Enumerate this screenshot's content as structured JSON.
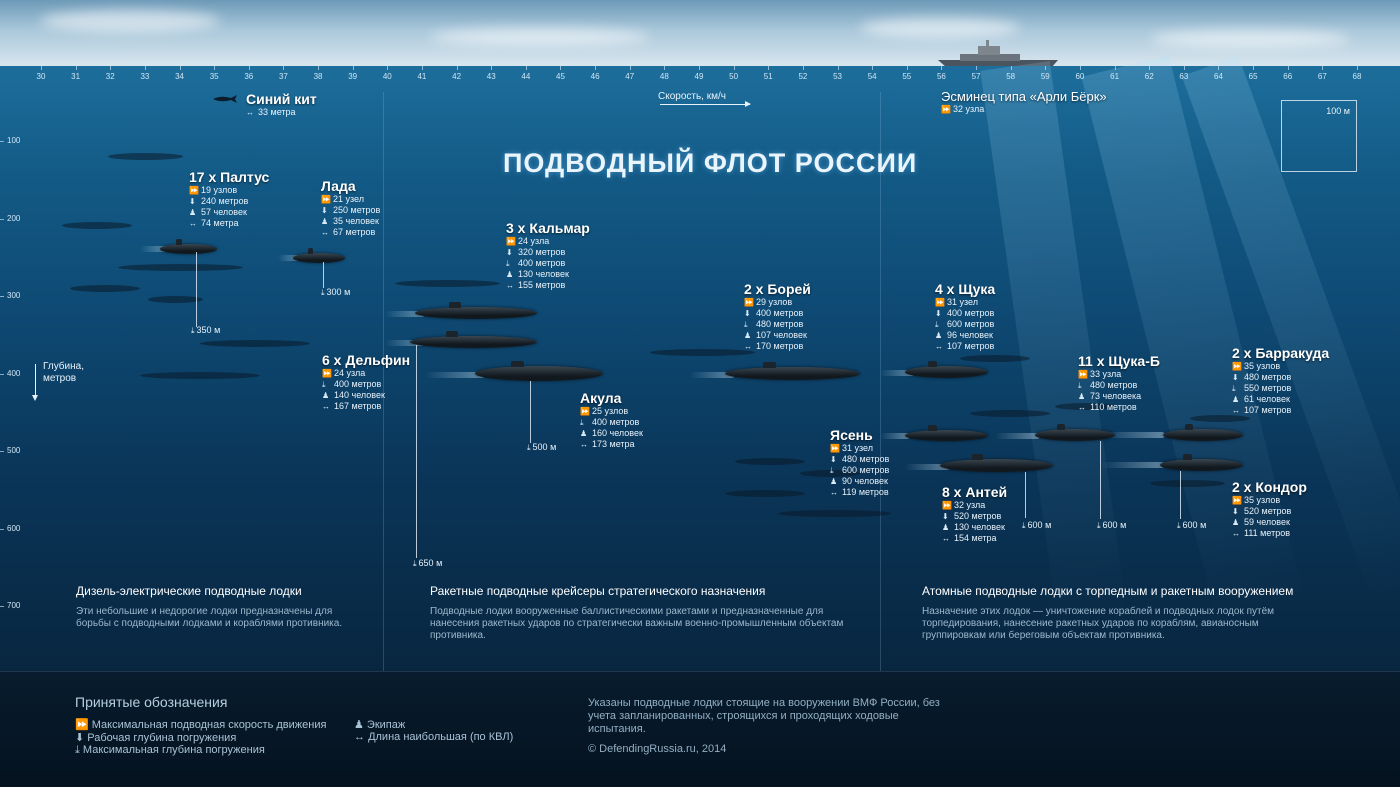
{
  "title": "ПОДВОДНЫЙ ФЛОТ РОССИИ",
  "top_scale": [
    "30",
    "31",
    "32",
    "33",
    "34",
    "35",
    "36",
    "37",
    "38",
    "39",
    "40",
    "41",
    "42",
    "43",
    "44",
    "45",
    "46",
    "47",
    "48",
    "49",
    "50",
    "51",
    "52",
    "53",
    "54",
    "55",
    "56",
    "57",
    "58",
    "59",
    "60",
    "61",
    "62",
    "63",
    "64",
    "65",
    "66",
    "67",
    "68"
  ],
  "depth_scale": [
    "100",
    "200",
    "300",
    "400",
    "500",
    "600",
    "700"
  ],
  "speed_label": "Скорость, км/ч",
  "depth_axis_label_1": "Глубина,",
  "depth_axis_label_2": "метров",
  "scale_box_label": "100 м",
  "whale": {
    "name": "Синий кит",
    "length": "33 метра"
  },
  "destroyer": {
    "name": "Эсминец типа «Арли Бёрк»",
    "speed": "32 узла"
  },
  "boats": {
    "paltus": {
      "name": "17 x Палтус",
      "speed": "19 узлов",
      "work": "240 метров",
      "crew": "57 человек",
      "length": "74 метра",
      "max_depth": "350 м"
    },
    "lada": {
      "name": "Лада",
      "speed": "21 узел",
      "work": "250 метров",
      "crew": "35 человек",
      "length": "67 метров",
      "max_depth": "300 м"
    },
    "kalmar": {
      "name": "3 x Кальмар",
      "speed": "24 узла",
      "work": "320 метров",
      "max": "400 метров",
      "crew": "130 человек",
      "length": "155 метров"
    },
    "delfin": {
      "name": "6 x Дельфин",
      "speed": "24 узла",
      "max": "400 метров",
      "crew": "140 человек",
      "length": "167 метров",
      "max_depth": "650 м"
    },
    "akula": {
      "name": "Акула",
      "speed": "25 узлов",
      "max": "400 метров",
      "crew": "160 человек",
      "length": "173 метра",
      "max_depth": "500 м"
    },
    "borey": {
      "name": "2 x Борей",
      "speed": "29 узлов",
      "work": "400 метров",
      "max": "480 метров",
      "crew": "107 человек",
      "length": "170 метров"
    },
    "shchuka": {
      "name": "4 x Щука",
      "speed": "31 узел",
      "work": "400 метров",
      "max": "600 метров",
      "crew": "96 человек",
      "length": "107 метров"
    },
    "shchukab": {
      "name": "11 x Щука-Б",
      "speed": "33 узла",
      "max": "480 метров",
      "crew": "73 человека",
      "length": "110 метров",
      "max_depth": "600 м"
    },
    "barrakuda": {
      "name": "2 x Барракуда",
      "speed": "35 узлов",
      "work": "480 метров",
      "max": "550 метров",
      "crew": "61 человек",
      "length": "107 метров",
      "max_depth": "600 м"
    },
    "yasen": {
      "name": "Ясень",
      "speed": "31 узел",
      "work": "480 метров",
      "max": "600 метров",
      "crew": "90 человек",
      "length": "119 метров"
    },
    "antey": {
      "name": "8 x Антей",
      "speed": "32 узла",
      "work": "520 метров",
      "crew": "130 человек",
      "length": "154 метра",
      "max_depth": "600 м"
    },
    "kondor": {
      "name": "2 x Кондор",
      "speed": "35 узлов",
      "work": "520 метров",
      "crew": "59 человек",
      "length": "111 метров"
    }
  },
  "categories": [
    {
      "title": "Дизель-электрические подводные лодки",
      "desc": "Эти небольшие и недорогие лодки предназначены для борьбы с подводными лодками и кораблями противника."
    },
    {
      "title": "Ракетные подводные крейсеры стратегического назначения",
      "desc": "Подводные лодки вооруженные баллистическими ракетами и предназначенные для нанесения ракетных ударов по стратегически важным военно-промышленным объектам противника."
    },
    {
      "title": "Атомные подводные лодки с торпедным и ракетным вооружением",
      "desc": "Назначение этих лодок — уничтожение кораблей и подводных лодок путём торпедирования, нанесение ракетных ударов по кораблям, авианосным группировкам или береговым объектам противника."
    }
  ],
  "legend": {
    "title": "Принятые обозначения",
    "speed": "Максимальная подводная скорость движения",
    "work": "Рабочая глубина погружения",
    "max": "Максимальная глубина погружения",
    "crew": "Экипаж",
    "length": "Длина наибольшая (по КВЛ)"
  },
  "note": "Указаны подводные лодки стоящие на вооружении ВМФ России, без учета запланированных, строящихся и проходящих ходовые испытания.",
  "copyright": "© DefendingRussia.ru, 2014",
  "icons": {
    "speed": "speed-icon",
    "work": "work-depth-icon",
    "max": "max-depth-icon",
    "crew": "crew-icon",
    "length": "length-icon"
  }
}
